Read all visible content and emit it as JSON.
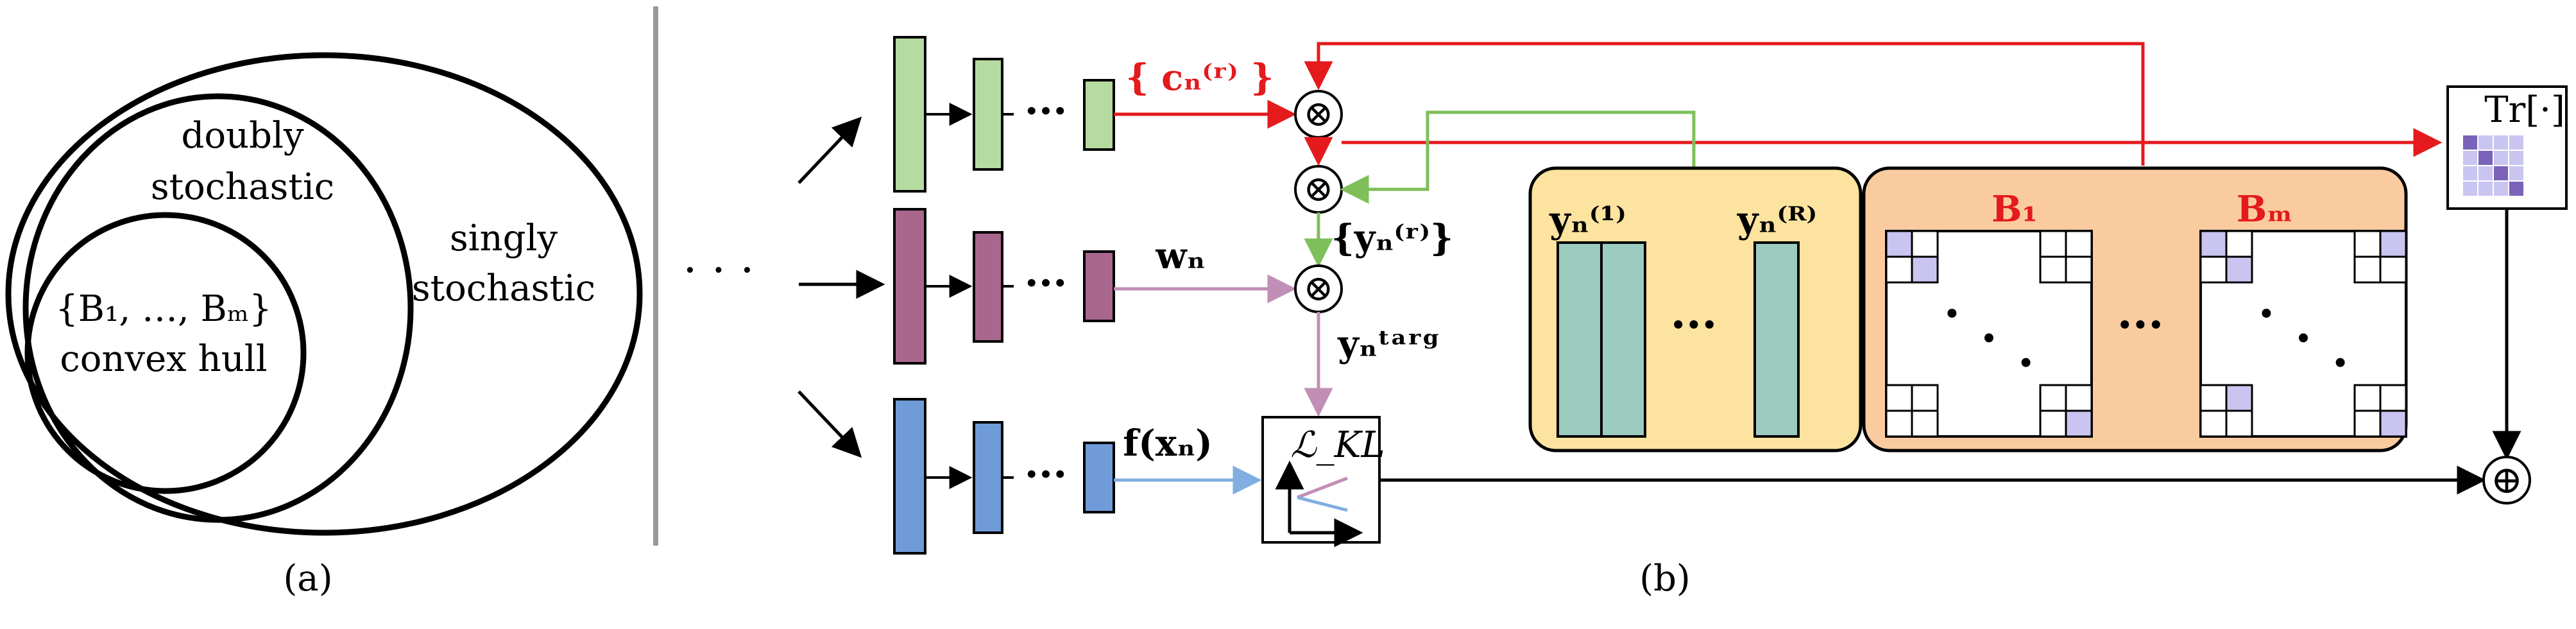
{
  "panel_a": {
    "outer_label": "singly",
    "outer_label_2": "stochastic",
    "middle_label": "doubly",
    "middle_label_2": "stochastic",
    "inner_label": "{B₁, …, Bₘ}",
    "inner_label_2": "convex hull",
    "caption": "(a)"
  },
  "panel_b": {
    "caption": "(b)",
    "ellipsis": "· · ·",
    "dots": "···",
    "c_label": "{ cₙ⁽ʳ⁾ }",
    "y_label": "{yₙ⁽ʳ⁾}",
    "w_label": "wₙ",
    "ytarg_label": "yₙᵗᵃʳᵍ",
    "f_label": "f(xₙ)",
    "kl_label": "ℒ_KL",
    "tr_label": "Tr[·]",
    "y1_label": "yₙ⁽¹⁾",
    "yR_label": "yₙ⁽ᴿ⁾",
    "B1_label": "B₁",
    "BM_label": "Bₘ",
    "otimes": "⊗",
    "oplus": "⊕"
  },
  "colors": {
    "red": "#e41a1c",
    "green_net": "#b5dba0",
    "purple_net": "#a9678e",
    "blue_net": "#6f9bd9",
    "teal": "#9ccbc0",
    "yellow_panel": "#fde3a0",
    "orange_panel": "#fbcba0",
    "green_line": "#7fbf5a",
    "purple_line": "#c18fb5",
    "blue_line": "#80aee0",
    "lavender": "#c9c5f0"
  }
}
